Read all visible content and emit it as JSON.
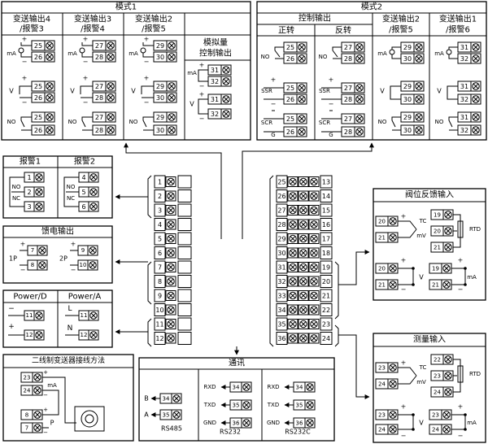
{
  "mode1": {
    "title": "模式1",
    "cols": [
      {
        "head1": "变送输出4",
        "head2": "/报警3",
        "top": [
          "25",
          "26"
        ],
        "mid": [
          "25",
          "26"
        ],
        "bot": [
          "25",
          "26"
        ]
      },
      {
        "head1": "变送输出3",
        "head2": "/报警4",
        "top": [
          "27",
          "28"
        ],
        "mid": [
          "27",
          "28"
        ],
        "bot": [
          "27",
          "28"
        ]
      },
      {
        "head1": "变送输出2",
        "head2": "/报警5",
        "top": [
          "29",
          "30"
        ],
        "mid": [
          "29",
          "30"
        ],
        "bot": [
          "29",
          "30"
        ]
      }
    ],
    "analog": {
      "head1": "模拟量",
      "head2": "控制输出",
      "top": [
        "31",
        "32"
      ],
      "bot": [
        "31",
        "32"
      ]
    }
  },
  "mode2": {
    "title": "模式2",
    "control_title": "控制输出",
    "forward": "正转",
    "reverse": "反转",
    "cols": [
      {
        "head1": "变送输出2",
        "head2": "/报警5",
        "nums": [
          "29",
          "30"
        ]
      },
      {
        "head1": "变送输出1",
        "head2": "/报警6",
        "nums": [
          "31",
          "32"
        ]
      }
    ],
    "ctrl_nums_a": [
      "25",
      "26"
    ],
    "ctrl_nums_b": [
      "27",
      "28"
    ]
  },
  "labels": {
    "ma": "mA",
    "v": "V",
    "no": "NO",
    "nc": "NC",
    "ssr": "SSR",
    "scr": "SCR",
    "g": "G",
    "plus": "+",
    "minus": "−",
    "tc": "TC",
    "mv": "mV",
    "rtd": "RTD",
    "p1": "1P",
    "p2": "2P",
    "l": "L",
    "n": "N",
    "a": "A",
    "bb": "B",
    "p": "P",
    "rxd": "RXD",
    "txd": "TXD",
    "gnd": "GND"
  },
  "alarm": {
    "t1": "报警1",
    "t2": "报警2"
  },
  "feed": {
    "title": "馈电输出"
  },
  "power": {
    "d": "Power/D",
    "a": "Power/A"
  },
  "twowire": {
    "title": "二线制变送器接线方法"
  },
  "comm": {
    "title": "通讯",
    "rs485": "RS485",
    "rs232": "RS232",
    "rs232c": "RS232C"
  },
  "valve": {
    "title": "阀位反馈输入"
  },
  "measure": {
    "title": "测量输入"
  },
  "left_terminals": [
    "1",
    "2",
    "3",
    "4",
    "5",
    "6",
    "7",
    "8",
    "9",
    "10",
    "11",
    "12"
  ],
  "right_terminals_a": [
    "25",
    "26",
    "27",
    "28",
    "29",
    "30",
    "31",
    "32",
    "33",
    "34",
    "35",
    "36"
  ],
  "right_terminals_b": [
    "13",
    "14",
    "15",
    "16",
    "17",
    "18",
    "19",
    "20",
    "21",
    "22",
    "23",
    "24"
  ]
}
